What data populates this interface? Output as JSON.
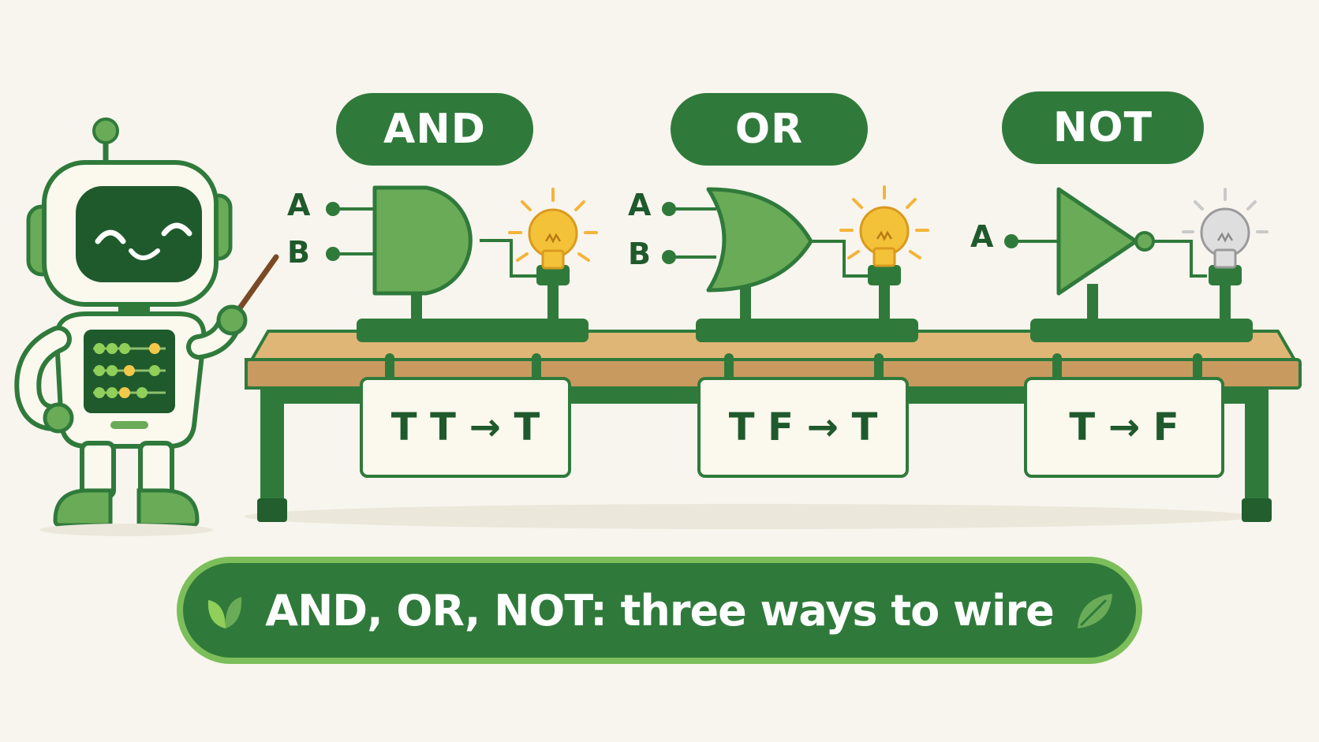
{
  "gates": [
    {
      "name": "AND",
      "inputs": [
        "A",
        "B"
      ],
      "example": "T T → T",
      "output_lit": true
    },
    {
      "name": "OR",
      "inputs": [
        "A",
        "B"
      ],
      "example": "T F → T",
      "output_lit": true
    },
    {
      "name": "NOT",
      "inputs": [
        "A"
      ],
      "example": "T → F",
      "output_lit": false
    }
  ],
  "banner": {
    "text": "AND, OR, NOT: three ways to wire"
  },
  "colors": {
    "background": "#f8f5ee",
    "primary_green": "#2f7a3b",
    "gate_fill": "#6aab57",
    "light_green": "#7cbf5a",
    "table_wood": "#c99a5f",
    "bulb_lit": "#f4c239",
    "bulb_off": "#c9c9c9"
  },
  "icons": [
    "robot-mascot",
    "pointer-stick",
    "abacus",
    "light-bulb",
    "leaf-icon"
  ]
}
